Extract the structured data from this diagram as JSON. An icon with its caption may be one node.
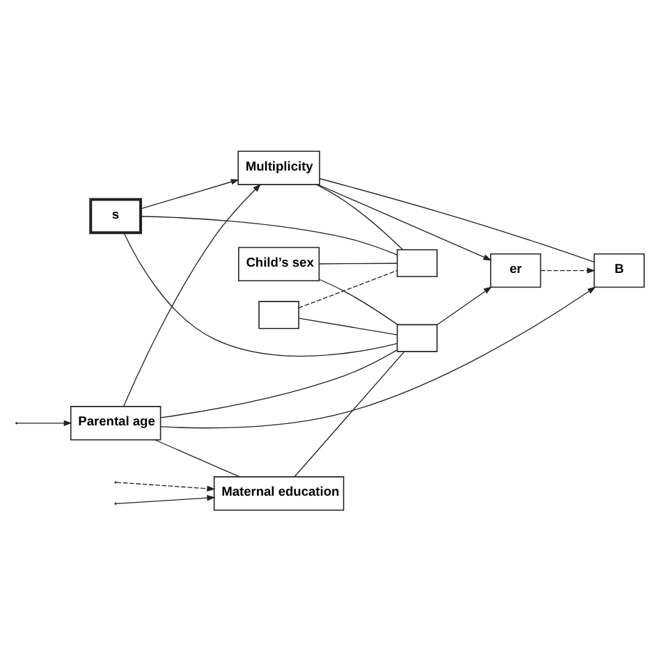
{
  "diagram": {
    "nodes": [
      {
        "text": [],
        "shape": "box"
      },
      {
        "text": [
          "Child’s sex"
        ]
      },
      {
        "text": [
          "Multiplicity"
        ]
      },
      {
        "text": [
          "Parental age"
        ]
      },
      {
        "text": [
          "s"
        ]
      },
      {
        "text": [
          "er"
        ]
      },
      {
        "text": [
          "Maternal education"
        ]
      },
      {
        "text": [
          "B"
        ]
      },
      {
        "text": [],
        "shape": "box"
      },
      {
        "text": [],
        "shape": "box"
      }
    ],
    "edges": [
      {
        "from": 0,
        "to": 8,
        "arrow": "none",
        "style": "dashed"
      },
      {
        "from": 0,
        "to": 9,
        "arrow": "none"
      },
      {
        "from": 1,
        "to": 8,
        "arrow": "none"
      },
      {
        "from": 1,
        "to": 9,
        "arrow": "none"
      },
      {
        "from": 3,
        "to": 2,
        "arrow": "to"
      },
      {
        "from": 3,
        "to": 9,
        "arrow": "none"
      },
      {
        "from": 3,
        "to": 6,
        "arrow": "none"
      },
      {
        "from": 3,
        "to": 7,
        "arrow": "to"
      },
      {
        "from": null,
        "to": 3,
        "arrow": "to"
      },
      {
        "from": null,
        "to": 6,
        "arrow": "to",
        "style": "dashed"
      },
      {
        "from": 4,
        "to": 2,
        "arrow": "to"
      },
      {
        "from": 4,
        "to": 9,
        "arrow": "none"
      },
      {
        "from": 4,
        "to": 8,
        "arrow": "none"
      },
      {
        "from": 2,
        "to": 5,
        "arrow": "to"
      },
      {
        "from": 9,
        "to": 5,
        "arrow": "to"
      },
      {
        "from": 5,
        "to": 7,
        "arrow": "to",
        "style": "dashed"
      },
      {
        "from": null,
        "to": 6,
        "arrow": "to"
      },
      {
        "from": 6,
        "to": 9,
        "arrow": "none"
      },
      {
        "from": 2,
        "to": 7,
        "arrow": "none"
      },
      {
        "from": 2,
        "to": 8,
        "arrow": "none"
      }
    ]
  }
}
